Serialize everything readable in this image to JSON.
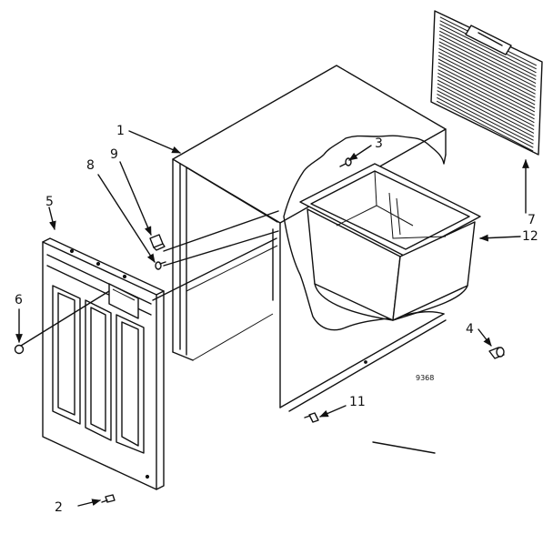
{
  "diagram": {
    "callouts": {
      "c1": "1",
      "c2": "2",
      "c3": "3",
      "c4": "4",
      "c5": "5",
      "c6": "6",
      "c7": "7",
      "c8": "8",
      "c9": "9",
      "c11": "11",
      "c12": "12"
    },
    "drawing_number": "9368"
  }
}
